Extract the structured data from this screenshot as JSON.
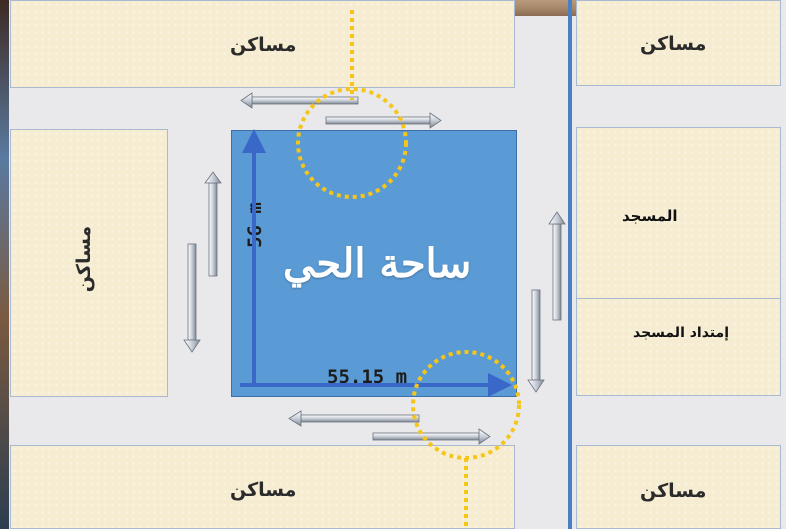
{
  "labels": {
    "housing_top": "مساكن",
    "housing_top_right": "مساكن",
    "housing_left": "مساكن",
    "housing_bottom": "مساكن",
    "housing_bottom_right": "مساكن",
    "mosque": "المسجد",
    "mosque_extension": "إمتداد المسجد"
  },
  "square": {
    "title": "ساحة الحي",
    "height_dimension": "56 m",
    "width_dimension": "55.15 m"
  },
  "colors": {
    "square_fill": "#5b9bd5",
    "dimension_arrow": "#3a68c8",
    "marker": "#f5c518",
    "block_fill": "#f6ecd2",
    "road": "#e9e9ec"
  }
}
